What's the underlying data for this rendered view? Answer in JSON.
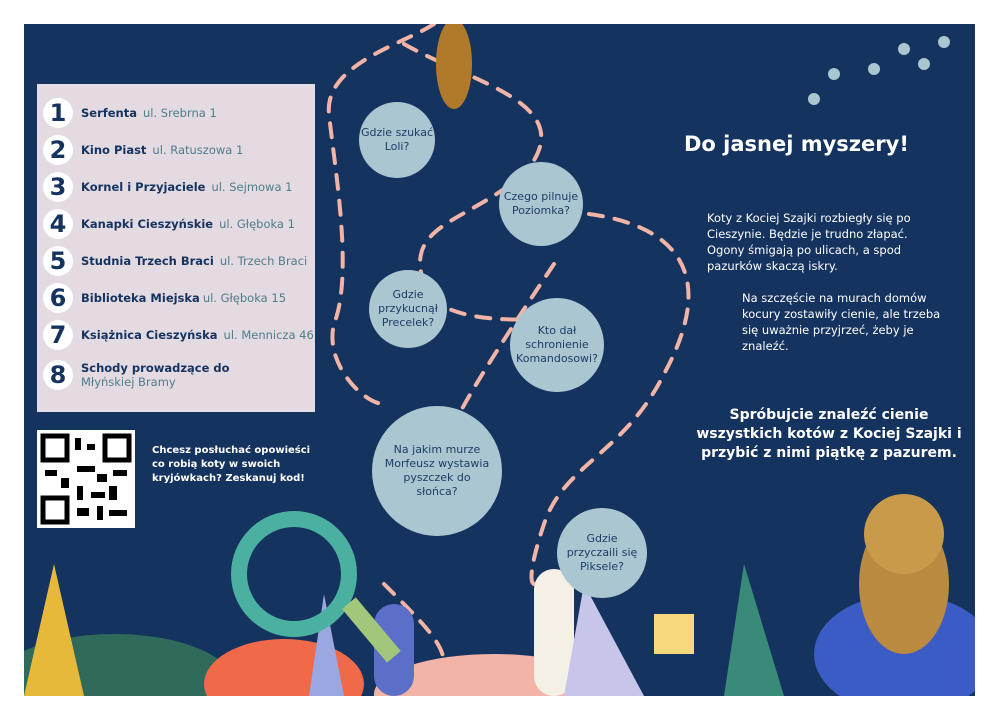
{
  "locations": [
    {
      "num": "1",
      "name": "Serfenta",
      "addr": "ul. Srebrna 1"
    },
    {
      "num": "2",
      "name": "Kino Piast",
      "addr": "ul. Ratuszowa 1"
    },
    {
      "num": "3",
      "name": "Kornel i Przyjaciele",
      "addr": "ul. Sejmowa 1"
    },
    {
      "num": "4",
      "name": "Kanapki Cieszyńskie",
      "addr": "ul. Głęboka 1"
    },
    {
      "num": "5",
      "name": "Studnia Trzech Braci",
      "addr": "ul. Trzech Braci"
    },
    {
      "num": "6",
      "name": "Biblioteka Miejska",
      "addr": "ul. Głęboka 15"
    },
    {
      "num": "7",
      "name": "Książnica Cieszyńska",
      "addr": "ul. Mennicza 46"
    },
    {
      "num": "8",
      "name": "Schody prowadzące do",
      "addr": "Młyńskiej Bramy"
    }
  ],
  "qr_text": "Chcesz posłuchać opowieści co robią koty w swoich kryjówkach? Zeskanuj kod!",
  "questions": [
    "Gdzie szukać Loli?",
    "Czego pilnuje Poziomka?",
    "Gdzie przykucnął Precelek?",
    "Kto dał schronienie Komandosowi?",
    "Na jakim murze Morfeusz wystawia pyszczek do słońca?",
    "Gdzie przyczaili się Piksele?"
  ],
  "title": "Do jasnej myszery!",
  "intro": "Koty z Kociej Szajki rozbiegły się po Cieszynie. Będzie je trudno złapać. Ogony śmigają po ulicach, a spod pazurków skaczą iskry.",
  "intro2": "Na szczęście na murach domów kocury zostawiły cienie, ale trzeba się uważnie przyjrzeć, żeby je znaleźć.",
  "cta": "Spróbujcie znaleźć cienie wszystkich kotów z Kociej Szajki i przybić z nimi piątkę z pazurem.",
  "colors": {
    "background": "#15335f",
    "bubble": "#a9c6d1",
    "path": "#f2b4a6",
    "list_bg": "#e3dae2"
  }
}
